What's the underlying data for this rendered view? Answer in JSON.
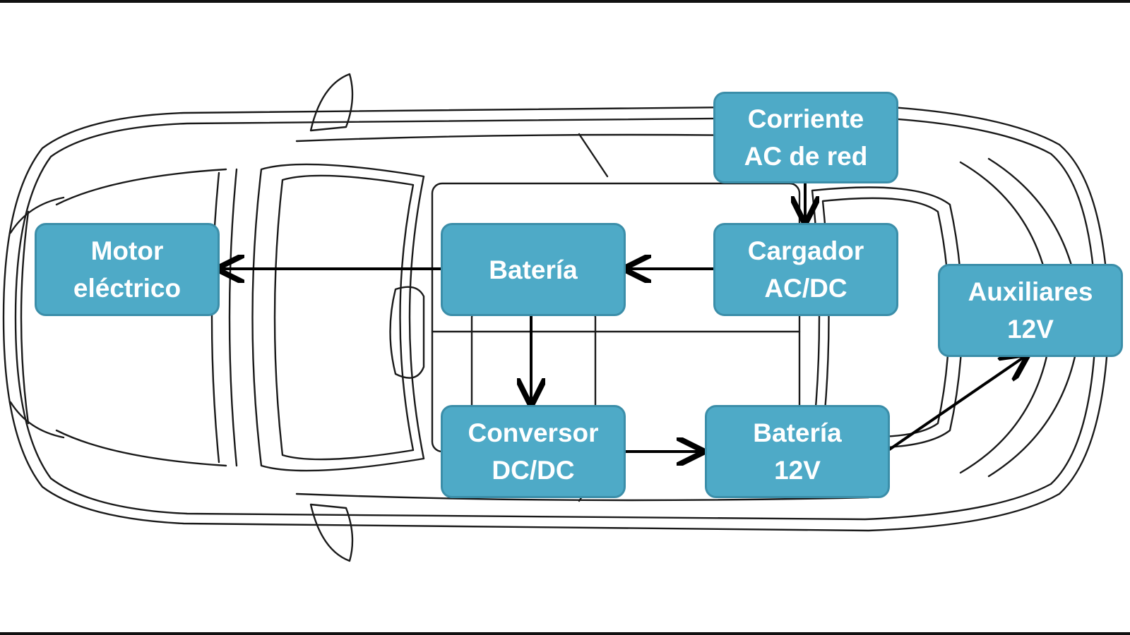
{
  "diagram": {
    "nodes": {
      "motor": "Motor\neléctrico",
      "bateria": "Batería",
      "corriente": "Corriente\nAC de red",
      "cargador": "Cargador\nAC/DC",
      "auxiliares": "Auxiliares\n12V",
      "conversor": "Conversor\nDC/DC",
      "bateria12": "Batería\n12V"
    },
    "edges": [
      {
        "from": "corriente",
        "to": "cargador"
      },
      {
        "from": "cargador",
        "to": "bateria"
      },
      {
        "from": "bateria",
        "to": "motor"
      },
      {
        "from": "bateria",
        "to": "conversor"
      },
      {
        "from": "conversor",
        "to": "bateria12"
      },
      {
        "from": "bateria12",
        "to": "auxiliares"
      }
    ],
    "colors": {
      "node_fill": "#4eaac7",
      "node_border": "#3b8ea9",
      "node_text": "#ffffff",
      "arrow": "#000000",
      "outline": "#1a1a1a"
    }
  }
}
